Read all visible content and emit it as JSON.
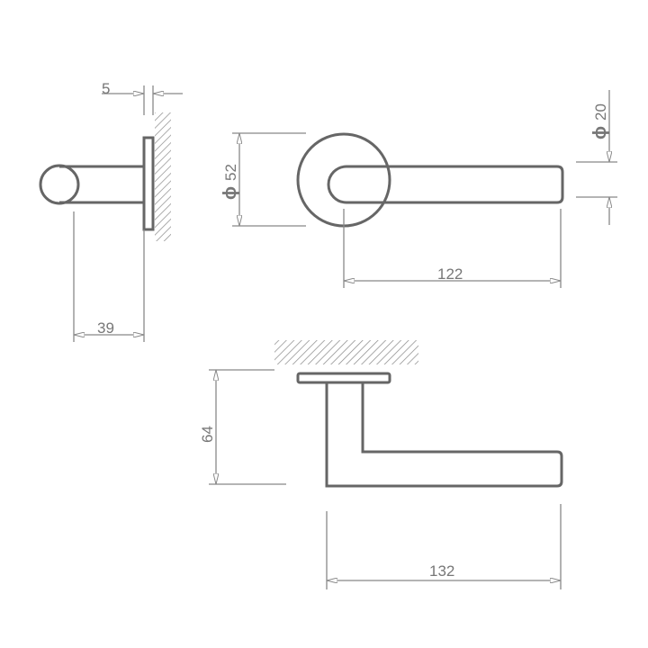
{
  "drawing": {
    "title": "Door lever handle dimension drawing",
    "units": "mm",
    "colors": {
      "outline": "#666666",
      "dimension": "#888888",
      "text": "#777777"
    },
    "dimensions": {
      "rose_thickness": "5",
      "side_projection": "39",
      "rose_diameter": "52",
      "lever_diameter": "20",
      "lever_length_front": "122",
      "height_offset": "64",
      "lever_length_top": "132"
    },
    "diameter_symbol": "ϕ"
  }
}
